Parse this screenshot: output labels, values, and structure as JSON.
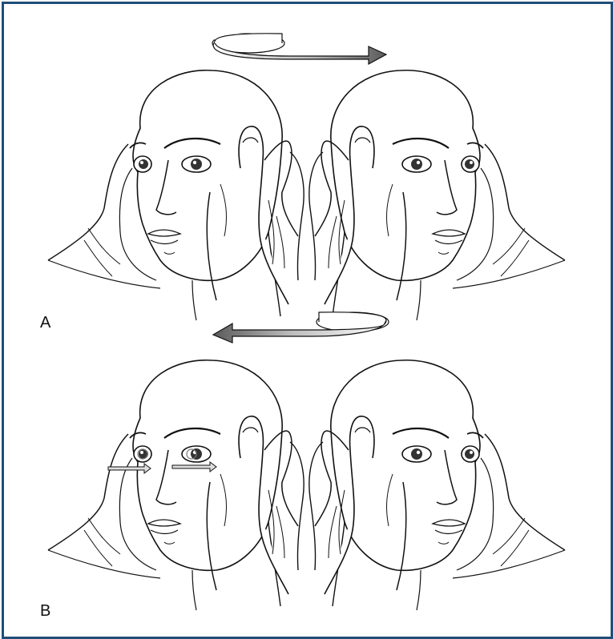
{
  "figure": {
    "border_color": "#1f4e79",
    "panels": [
      {
        "label": "A",
        "arrow_direction": "right",
        "left_eye_shifted": false
      },
      {
        "label": "B",
        "arrow_direction": "left",
        "left_eye_shifted": true
      }
    ]
  }
}
